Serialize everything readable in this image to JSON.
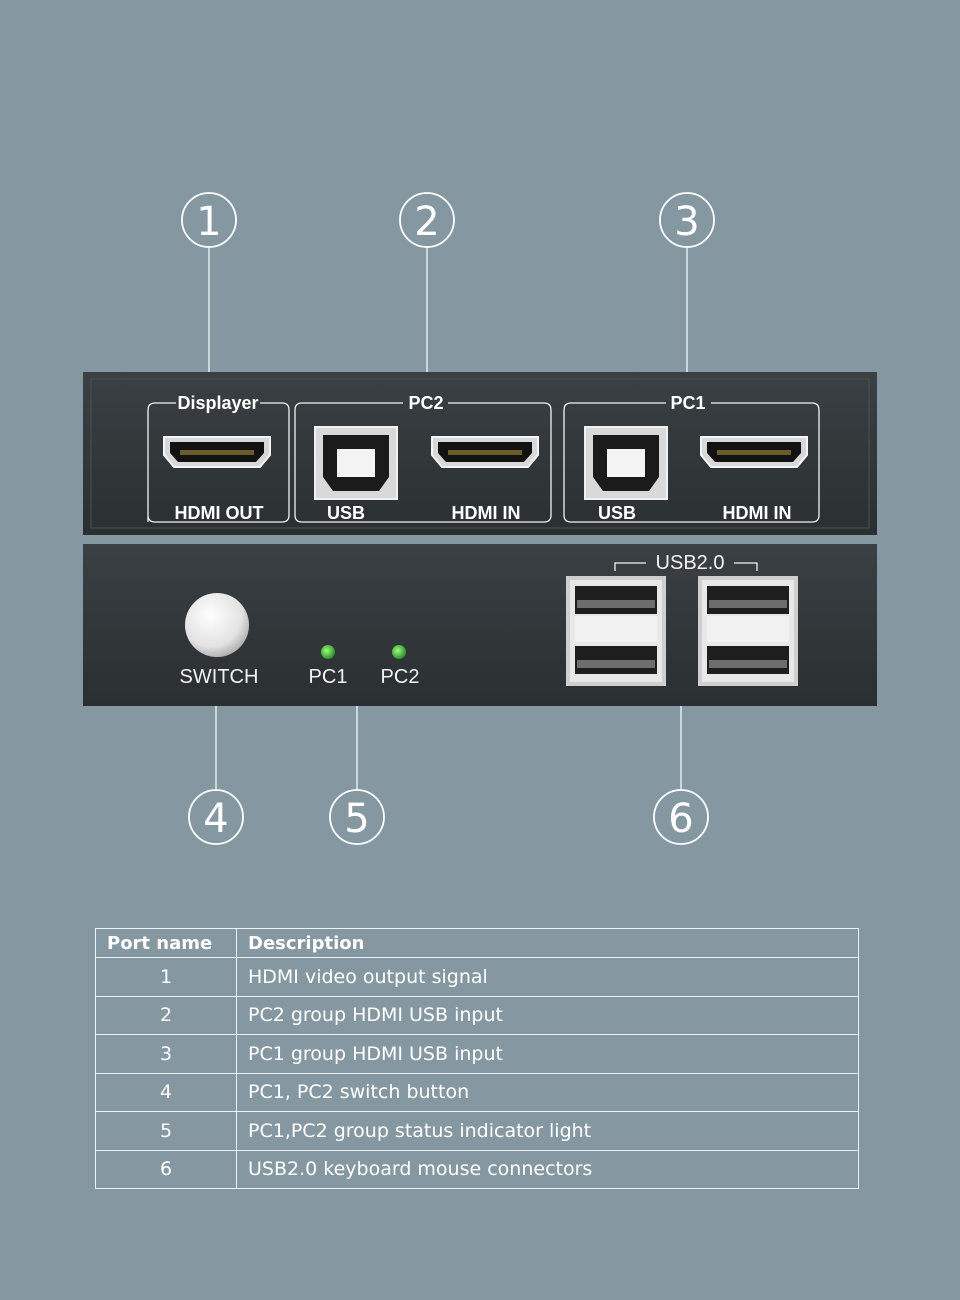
{
  "device": {
    "rear_panel": {
      "groups": [
        {
          "title": "Displayer",
          "ports": [
            "HDMI OUT"
          ]
        },
        {
          "title": "PC2",
          "ports": [
            "USB",
            "HDMI IN"
          ]
        },
        {
          "title": "PC1",
          "ports": [
            "USB",
            "HDMI IN"
          ]
        }
      ]
    },
    "front_panel": {
      "switch_label": "SWITCH",
      "led_labels": [
        "PC1",
        "PC2"
      ],
      "usb_label": "USB2.0"
    }
  },
  "callouts": [
    "1",
    "2",
    "3",
    "4",
    "5",
    "6"
  ],
  "colors": {
    "background": "#8597a0",
    "panel": "#2f3436",
    "led": "#3fbf3f",
    "outline": "#ffffff"
  },
  "table": {
    "headers": [
      "Port name",
      "Description"
    ],
    "rows": [
      {
        "port": "1",
        "description": "HDMI video output signal"
      },
      {
        "port": "2",
        "description": "PC2 group HDMI USB input"
      },
      {
        "port": "3",
        "description": "PC1 group HDMI USB input"
      },
      {
        "port": "4",
        "description": "PC1, PC2 switch button"
      },
      {
        "port": "5",
        "description": "PC1,PC2 group status indicator light"
      },
      {
        "port": "6",
        "description": "USB2.0 keyboard mouse connectors"
      }
    ]
  }
}
